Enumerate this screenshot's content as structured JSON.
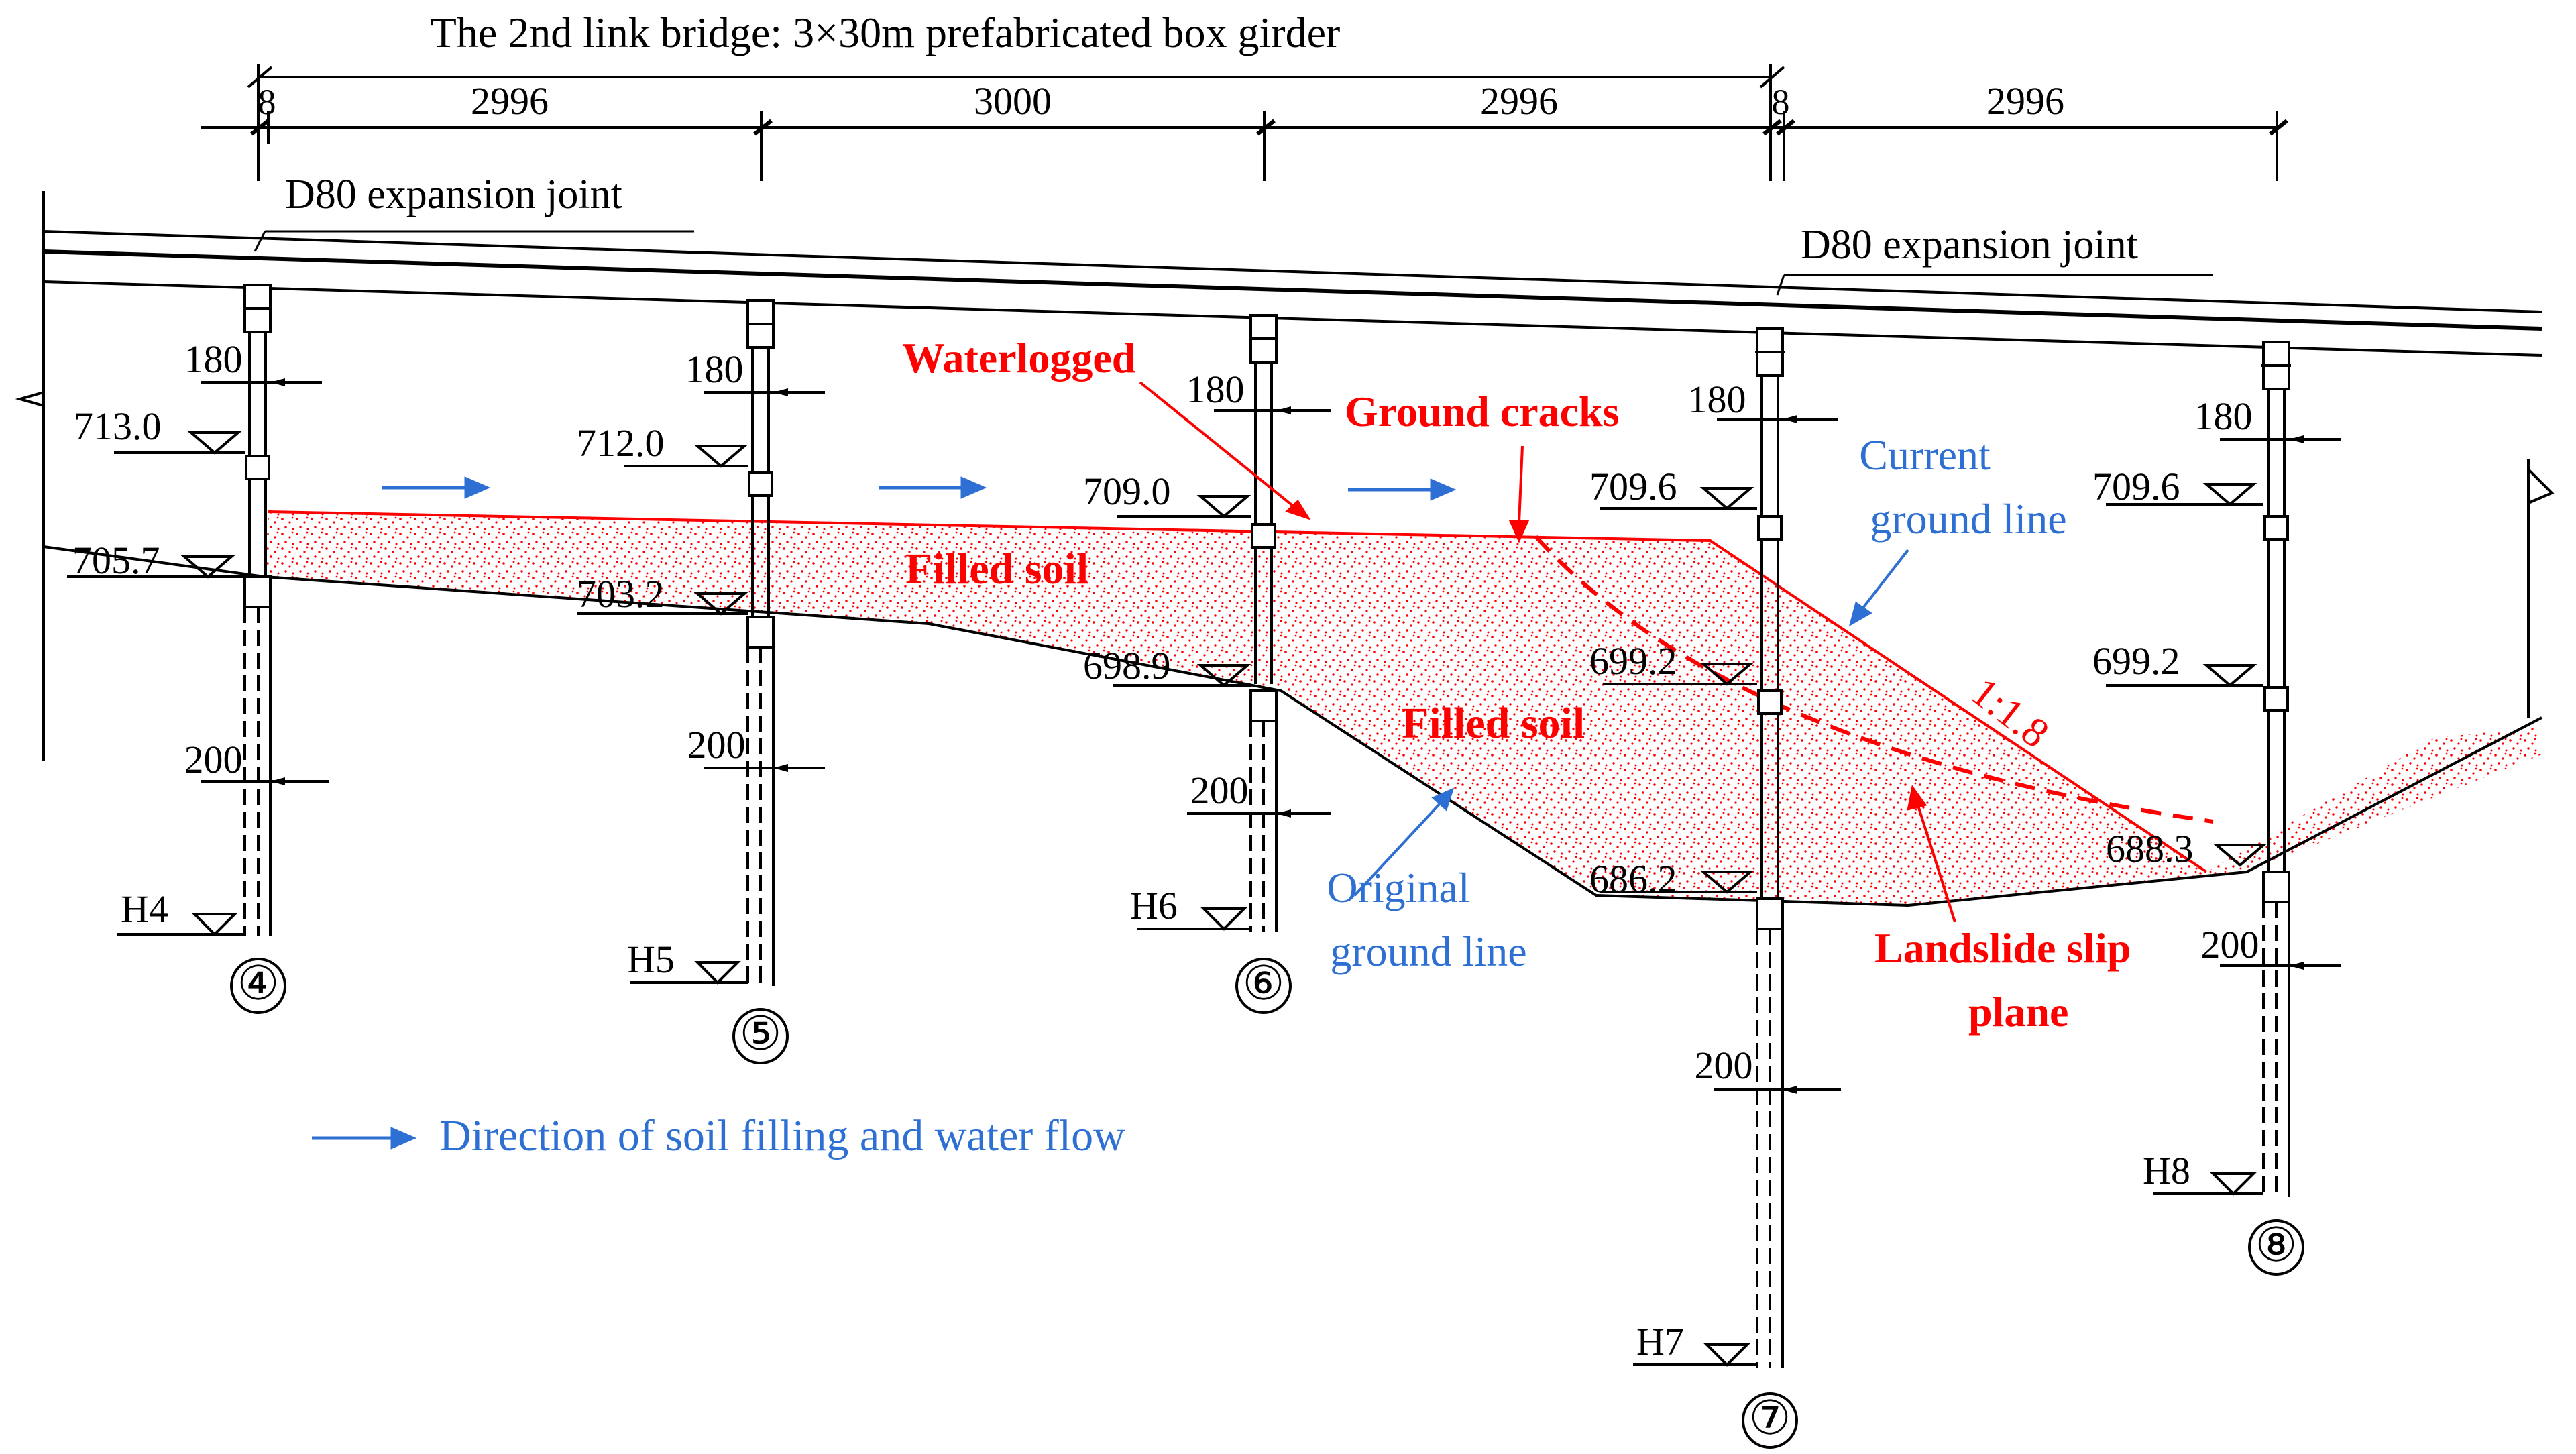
{
  "title": "The 2nd link bridge: 3×30m prefabricated box girder",
  "spans": [
    "8",
    "2996",
    "3000",
    "2996",
    "8",
    "2996"
  ],
  "expansion_joints": [
    "D80 expansion joint",
    "D80 expansion joint"
  ],
  "piers": [
    {
      "label": "④",
      "h_label": "H4",
      "elev_top": "713.0",
      "elev_ground": "705.7",
      "dim_top": "180",
      "dim_bottom": "200"
    },
    {
      "label": "⑤",
      "h_label": "H5",
      "elev_top": "712.0",
      "elev_ground": "703.2",
      "dim_top": "180",
      "dim_bottom": "200"
    },
    {
      "label": "⑥",
      "h_label": "H6",
      "elev_top": "709.0",
      "elev_ground": "698.9",
      "dim_top": "180",
      "dim_bottom": "200"
    },
    {
      "label": "⑦",
      "h_label": "H7",
      "elev_top": "709.6",
      "elev_mid": "699.2",
      "elev_ground": "686.2",
      "dim_top": "180",
      "dim_bottom": "200"
    },
    {
      "label": "⑧",
      "h_label": "H8",
      "elev_top": "709.6",
      "elev_mid": "699.2",
      "elev_ground": "688.3",
      "dim_top": "180",
      "dim_bottom": "200"
    }
  ],
  "annotations": {
    "waterlogged": "Waterlogged",
    "ground_cracks": "Ground cracks",
    "filled_soil_1": "Filled soil",
    "filled_soil_2": "Filled soil",
    "slope": "1:1.8",
    "landslide_1": "Landslide slip",
    "landslide_2": "plane",
    "current_1": "Current",
    "current_2": "ground line",
    "original_1": "Original",
    "original_2": "ground line"
  },
  "legend": {
    "text": "Direction of soil filling and water flow"
  },
  "colors": {
    "red": "#ff0000",
    "blue": "#2e6fd3",
    "line": "#000000"
  }
}
